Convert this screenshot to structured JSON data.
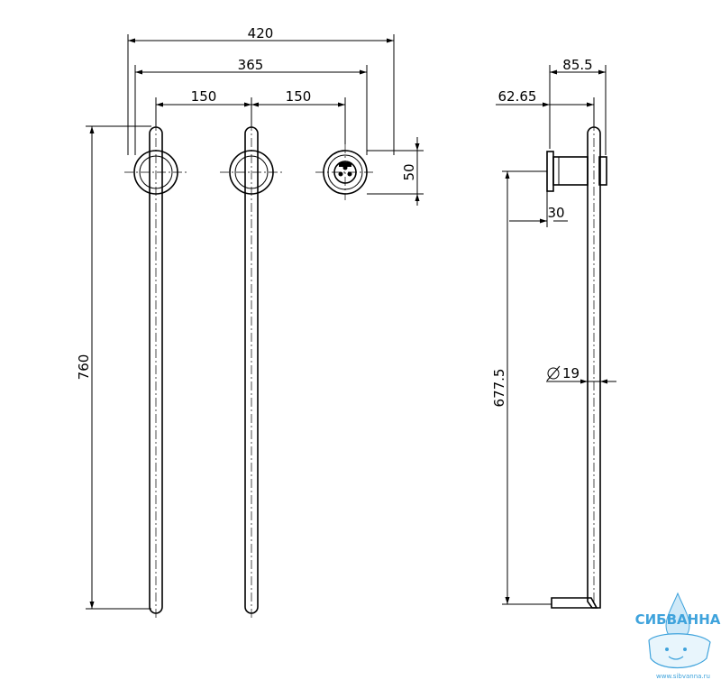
{
  "dimensions": {
    "overall_width": "420",
    "mount_width": "365",
    "spacing_left": "150",
    "spacing_right": "150",
    "flange_height": "50",
    "overall_height": "760",
    "side_depth": "85.5",
    "side_offset": "62.65",
    "flange_depth": "30",
    "bar_drop": "677.5",
    "tube_diameter": "19"
  },
  "logo": {
    "name": "СИБВАННА",
    "url": "www.sibvanna.ru"
  },
  "colors": {
    "line": "#000000",
    "logo_blue": "#3fa3dc"
  }
}
